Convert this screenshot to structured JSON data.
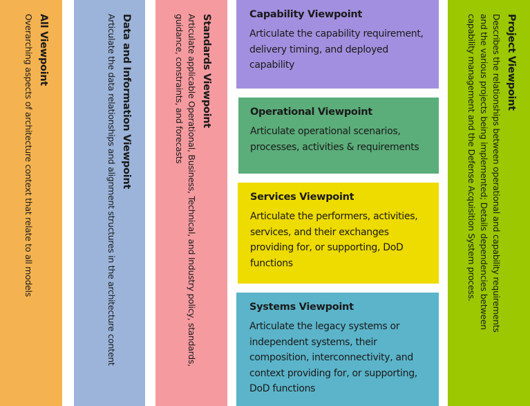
{
  "viewpoints": {
    "all": {
      "title": "All Viewpoint",
      "desc": "Overarching aspects of architecture context that relate to all models",
      "color": "#F4B350"
    },
    "data": {
      "title": "Data and Information Viewpoint",
      "desc": "Articulate the data relationships and alignment structures in the architecture content",
      "color": "#9CB4DA"
    },
    "standards": {
      "title": "Standards Viewpoint",
      "desc": "Articulate applicable Operational, Business, Technical, and Industry policy, standards, guidance, constraints, and forecasts",
      "color": "#F59BA0"
    },
    "capability": {
      "title": "Capability Viewpoint",
      "desc": "Articulate the capability requirement, delivery timing, and deployed capability",
      "color": "#A38FDF"
    },
    "operational": {
      "title": "Operational Viewpoint",
      "desc": "Articulate operational scenarios, processes, activities & requirements",
      "color": "#5BAD7A"
    },
    "services": {
      "title": "Services Viewpoint",
      "desc": "Articulate the performers, activities, services, and their exchanges providing for, or supporting, DoD functions",
      "color": "#EEDB00"
    },
    "systems": {
      "title": "Systems Viewpoint",
      "desc": "Articulate the legacy systems or independent systems, their composition, interconnectivity, and context providing for, or supporting, DoD functions",
      "color": "#5BB4CA"
    },
    "project": {
      "title": "Project Viewpoint",
      "desc": "Describes the relationships between operational and capability requirements and the various projects being implemented; Details dependencies between capability management and the Defense Acquisition System process.",
      "color": "#9BC800"
    }
  }
}
